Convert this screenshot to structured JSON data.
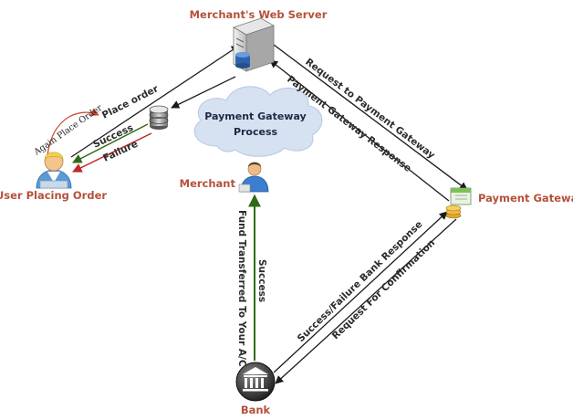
{
  "nodes": {
    "web_server": "Merchant's Web Server",
    "user": "User Placing Order",
    "payment_gateway": "Payment Gateway",
    "merchant": "Merchant",
    "bank": "Bank"
  },
  "cloud": {
    "line1": "Payment Gateway",
    "line2": "Process"
  },
  "edges": {
    "again_place_order": "Again Place Order",
    "place_order": "Place order",
    "success_user": "Success",
    "failure": "Failure",
    "request_to_gateway": "Request to Payment Gateway",
    "gateway_response": "Payment Gateway Response",
    "bank_response": "Success/Failure Bank Response",
    "request_confirmation": "Request For Confirmation",
    "fund_transferred": "Fund Transferred To Your A/C",
    "success_merchant": "Success"
  },
  "colors": {
    "label_accent": "#b5513a",
    "arrow_default": "#1a1a1a",
    "arrow_success": "#2f6b12",
    "arrow_failure": "#c0262b",
    "arrow_again": "#d0462e",
    "cloud_fill": "#d6e1f1"
  },
  "icons": {
    "web_server": "server-icon",
    "database": "database-icon",
    "user": "user-icon",
    "merchant": "merchant-icon",
    "payment_gateway": "payment-gateway-icon",
    "bank": "bank-icon"
  }
}
